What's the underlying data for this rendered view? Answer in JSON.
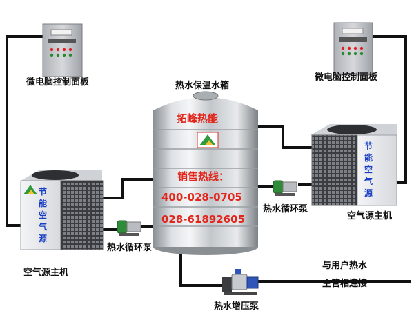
{
  "labels": {
    "panel_left": "微电脑控制面板",
    "panel_right": "微电脑控制面板",
    "tank": "热水保温水箱",
    "unit_left": "空气源主机",
    "unit_right": "空气源主机",
    "pump_left": "热水循环泵",
    "pump_right": "热水循环泵",
    "booster_pump": "热水增压泵",
    "user_line1": "与用户热水",
    "user_line2": "主管相连接"
  },
  "tank_text": {
    "brand": "拓峰热能",
    "sales_hotline": "销售热线：",
    "phone1": "400-028-0705",
    "phone2": "028-61892605"
  },
  "unit_text": {
    "left_side": "节能空气源",
    "right_side": "节能空气源",
    "left_chars": [
      "节",
      "能",
      "空",
      "气",
      "源"
    ],
    "right_chars": [
      "节",
      "能",
      "空",
      "气",
      "源"
    ]
  },
  "colors": {
    "pipe": "#111111",
    "tank_text": "#e3261c",
    "unit_text": "#1a3fc4",
    "panel_body": "#c9cbd0",
    "pump_green": "#2e8b3a",
    "logo_green": "#2f9a3e",
    "logo_yellow": "#f1c232"
  }
}
